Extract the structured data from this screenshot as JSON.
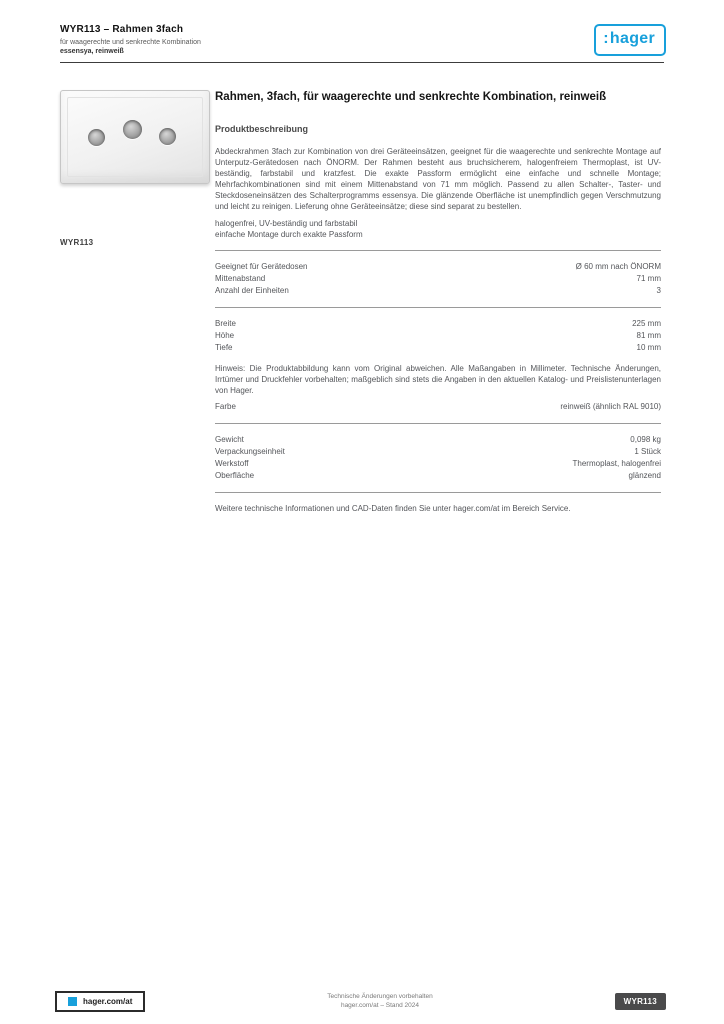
{
  "colors": {
    "brand_blue": "#18a0db"
  },
  "header": {
    "ref_title": "WYR113 – Rahmen 3fach",
    "subtitle1": "für waagerechte und senkrechte Kombination",
    "subtitle2": "essensya, reinweiß",
    "logo_colon": ":",
    "logo": "hager"
  },
  "product_image_label": "WYR113",
  "main": {
    "title": "Rahmen, 3fach, für waagerechte und senkrechte Kombination, reinweiß",
    "section_heading": "Produktbeschreibung",
    "description": "Abdeckrahmen 3fach zur Kombination von drei Geräteeinsätzen, geeignet für die waagerechte und senkrechte Montage auf Unterputz-Gerätedosen nach ÖNORM. Der Rahmen besteht aus bruchsicherem, halogenfreiem Thermoplast, ist UV-beständig, farbstabil und kratzfest. Die exakte Passform ermöglicht eine einfache und schnelle Montage; Mehrfachkombinationen sind mit einem Mittenabstand von 71 mm möglich. Passend zu allen Schalter-, Taster- und Steckdoseneinsätzen des Schalterprogramms essensya. Die glänzende Oberfläche ist unempfindlich gegen Verschmutzung und leicht zu reinigen. Lieferung ohne Geräteeinsätze; diese sind separat zu bestellen.",
    "features": [
      "halogenfrei, UV-beständig und farbstabil",
      "einfache Montage durch exakte Passform"
    ],
    "sections": [
      {
        "blocks": [
          {
            "type": "rows",
            "rows": [
              {
                "label": "Geeignet für Gerätedosen",
                "value": "Ø 60 mm nach ÖNORM"
              },
              {
                "label": "Mittenabstand",
                "value": "71 mm"
              },
              {
                "label": "Anzahl der Einheiten",
                "value": "3"
              }
            ]
          }
        ]
      },
      {
        "blocks": [
          {
            "type": "rows",
            "rows": [
              {
                "label": "Breite",
                "value": "225 mm"
              },
              {
                "label": "Höhe",
                "value": "81 mm"
              },
              {
                "label": "Tiefe",
                "value": "10 mm"
              }
            ]
          },
          {
            "type": "note",
            "text": "Hinweis: Die Produktabbildung kann vom Original abweichen. Alle Maßangaben in Millimeter. Technische Änderungen, Irrtümer und Druckfehler vorbehalten; maßgeblich sind stets die Angaben in den aktuellen Katalog- und Preislistenunterlagen von Hager."
          },
          {
            "type": "rows",
            "rows": [
              {
                "label": "Farbe",
                "value": "reinweiß (ähnlich RAL 9010)"
              }
            ]
          }
        ]
      },
      {
        "blocks": [
          {
            "type": "rows",
            "rows": [
              {
                "label": "Gewicht",
                "value": "0,098 kg"
              },
              {
                "label": "Verpackungseinheit",
                "value": "1 Stück"
              },
              {
                "label": "Werkstoff",
                "value": "Thermoplast, halogenfrei"
              },
              {
                "label": "Oberfläche",
                "value": "glänzend"
              }
            ]
          }
        ]
      }
    ],
    "closing": "Weitere technische Informationen und CAD-Daten finden Sie unter hager.com/at im Bereich Service."
  },
  "footer": {
    "site": "hager.com/at",
    "center1": "Technische Änderungen vorbehalten",
    "center2": "hager.com/at – Stand 2024",
    "badge": "WYR113"
  }
}
